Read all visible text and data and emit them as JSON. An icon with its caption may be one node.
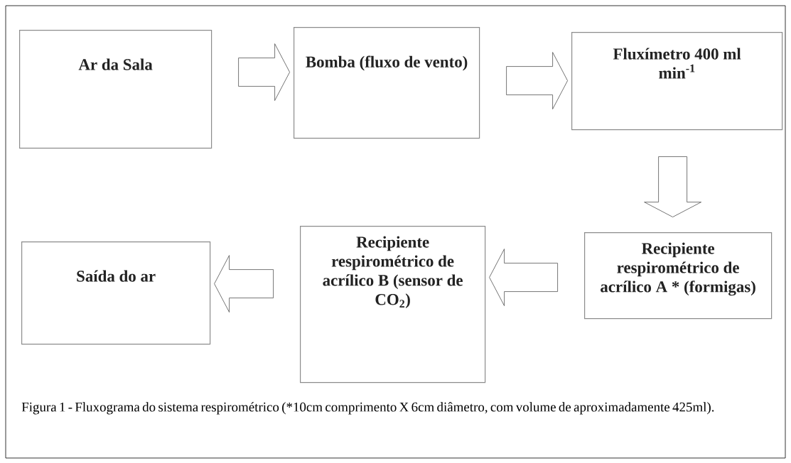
{
  "diagram": {
    "caption": "Figura 1 - Fluxograma do sistema respirométrico (*10cm comprimento X 6cm diâmetro, com volume de aproximadamente 425ml).",
    "nodes": [
      {
        "text": [
          "Ar da Sala"
        ]
      },
      {
        "text": [
          "Bomba (fluxo de vento)"
        ]
      },
      {
        "text": [
          "Fluxímetro 400 ml min$^{-1}$"
        ]
      },
      {
        "text": [
          "Recipiente respirométrico de acrílico A * (formigas)"
        ]
      },
      {
        "text": [
          "Recipiente respirométrico de acrílico B (sensor de CO$_{2}$)"
        ]
      },
      {
        "text": [
          "Saída do ar"
        ]
      }
    ],
    "edges": [
      {
        "from": 0,
        "to": 1,
        "arrow": "to"
      },
      {
        "from": 1,
        "to": 2,
        "arrow": "to"
      },
      {
        "from": 2,
        "to": 3,
        "arrow": "to"
      },
      {
        "from": 3,
        "to": 4,
        "arrow": "to"
      },
      {
        "from": 4,
        "to": 5,
        "arrow": "to"
      }
    ]
  }
}
